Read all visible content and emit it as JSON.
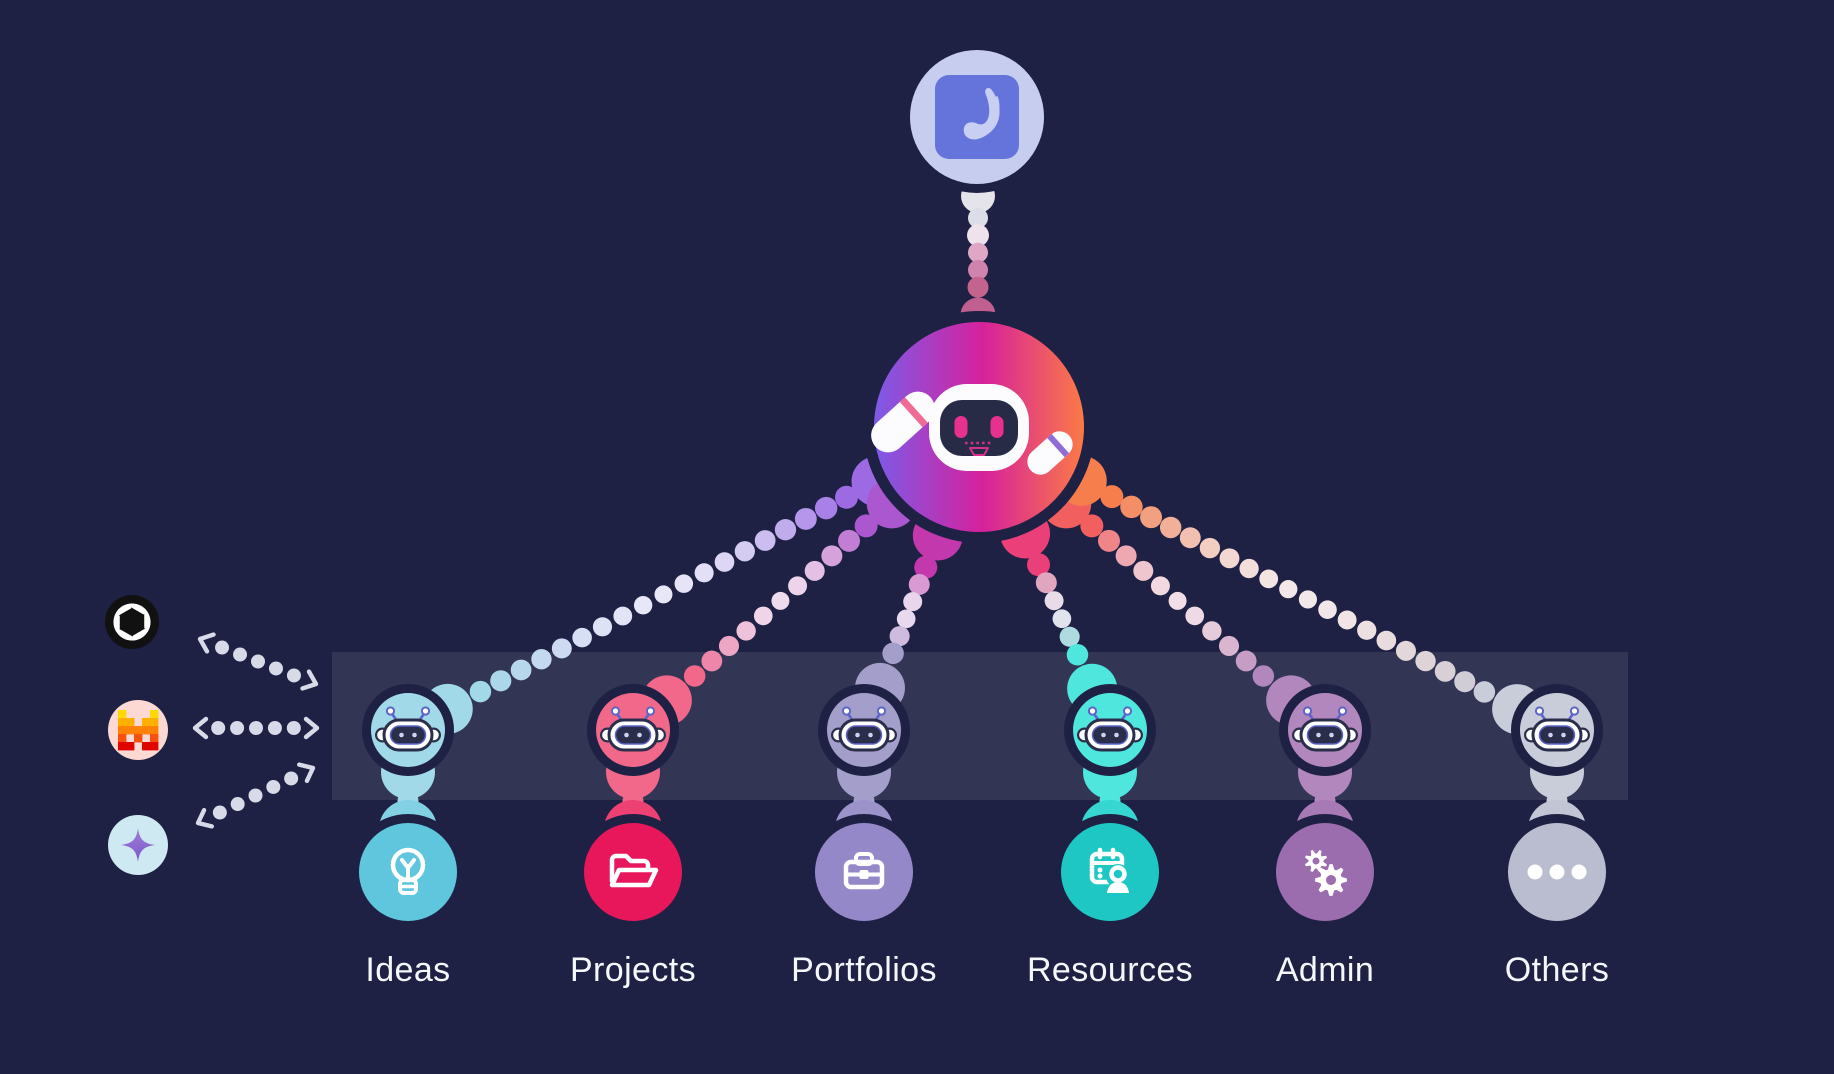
{
  "scene": {
    "background": "#1e2144",
    "band_color": "rgba(255,255,255,0.095)",
    "label_color": "#f6f7fb",
    "arrow_color": "#d8dae8"
  },
  "app_logo": {
    "icon": "comet-app-icon",
    "circle_color": "#c6cdef",
    "tile_color": "#6474da",
    "glyph_color": "#c9cff2"
  },
  "hub": {
    "icon": "robot-mascot-icon",
    "gradient": [
      "#7d5be8",
      "#d6219c",
      "#fb7a46"
    ],
    "face_color": "#fcfcfe",
    "visor_color": "#272b45",
    "eye_color": "#e8308f"
  },
  "logo_ray": {
    "top_crescent": "#e5e4ea",
    "dot_colors": [
      "#dcdde6",
      "#f0e2ed",
      "#dfa6c6",
      "#d083ad",
      "#c4648e"
    ],
    "bottom_crescent": "#c05f90"
  },
  "providers": [
    {
      "icon": "openai-logo-icon",
      "bg": "#111111",
      "fg": "#ffffff"
    },
    {
      "icon": "mistral-logo-icon",
      "bg": "#fcd9d2",
      "palette": [
        "#ffd800",
        "#ffaf00",
        "#ff8205",
        "#fa500f",
        "#e10500"
      ]
    },
    {
      "icon": "gemini-logo-icon",
      "bg": "#cfe9f2",
      "fg_top": "#9d7fd8",
      "fg_bottom": "#7e57c8"
    }
  ],
  "categories": [
    {
      "label": "Ideas",
      "icon": "lightbulb-icon",
      "robot_color": "#a2d9e9",
      "circle_color": "#5fc6de",
      "ray_start": "#9d6ae4"
    },
    {
      "label": "Projects",
      "icon": "open-folder-icon",
      "robot_color": "#f1688a",
      "circle_color": "#e8175c",
      "ray_start": "#ab58d0"
    },
    {
      "label": "Portfolios",
      "icon": "briefcase-icon",
      "robot_color": "#a49ecb",
      "circle_color": "#9488c9",
      "ray_start": "#c438ae"
    },
    {
      "label": "Resources",
      "icon": "calendar-user-icon",
      "robot_color": "#4fe6dd",
      "circle_color": "#1ec7c4",
      "ray_start": "#ea3f78"
    },
    {
      "label": "Admin",
      "icon": "gears-icon",
      "robot_color": "#b287bd",
      "circle_color": "#9b6cae",
      "ray_start": "#f25f5f"
    },
    {
      "label": "Others",
      "icon": "ellipsis-icon",
      "robot_color": "#c9ccd9",
      "circle_color": "#b9bdcf",
      "ray_start": "#f67d4c"
    }
  ],
  "worker_robot": {
    "head_color": "#ffffff",
    "outline_color": "#2a2e4a",
    "antenna_color": "#5d64c8",
    "eye_color": "#cdd2f0"
  }
}
